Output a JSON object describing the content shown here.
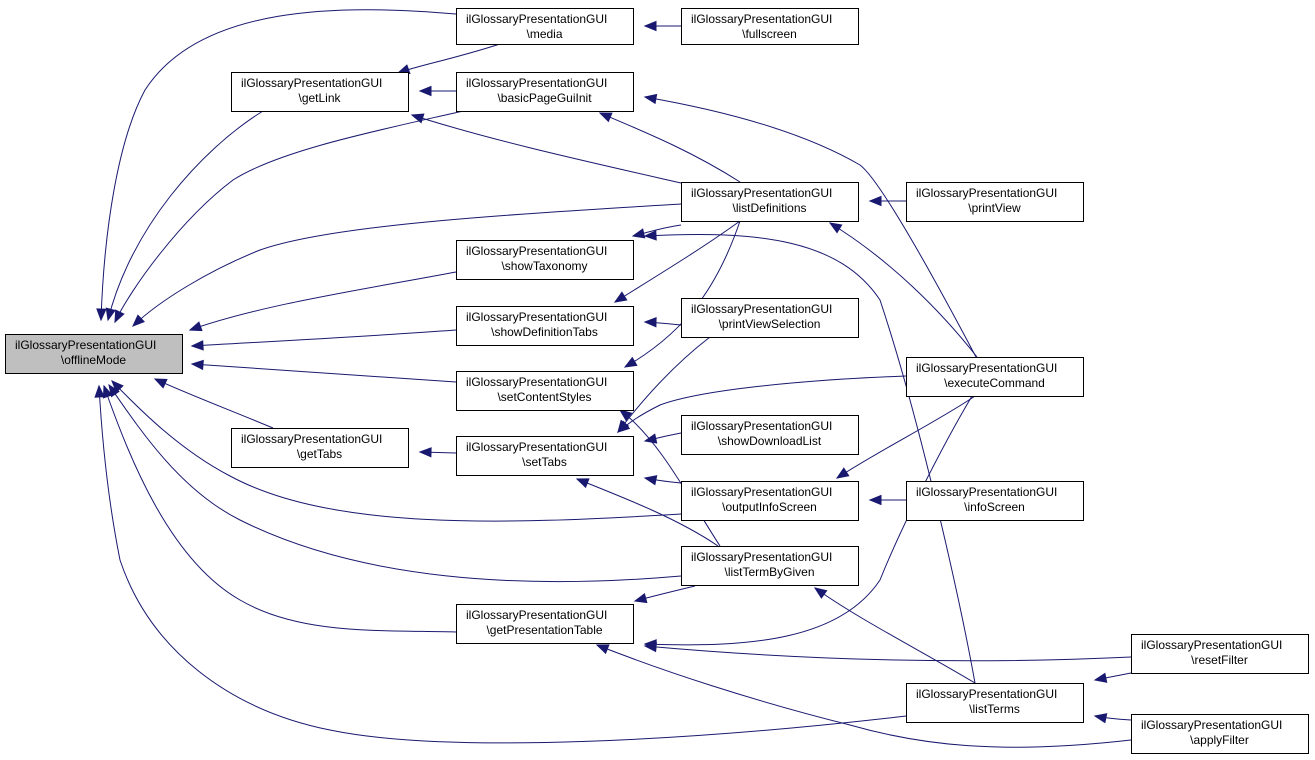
{
  "diagram": {
    "type": "call-graph",
    "colors": {
      "edge": "#191970",
      "root_fill": "#bfbfbf",
      "node_fill": "#ffffff",
      "node_border": "#000000"
    },
    "nodes": [
      {
        "id": "offlineMode",
        "line1": "ilGlossaryPresentationGUI",
        "line2": "\\offlineMode",
        "root": true
      },
      {
        "id": "media",
        "line1": "ilGlossaryPresentationGUI",
        "line2": "\\media"
      },
      {
        "id": "fullscreen",
        "line1": "ilGlossaryPresentationGUI",
        "line2": "\\fullscreen"
      },
      {
        "id": "getLink",
        "line1": "ilGlossaryPresentationGUI",
        "line2": "\\getLink"
      },
      {
        "id": "basicPageGuiInit",
        "line1": "ilGlossaryPresentationGUI",
        "line2": "\\basicPageGuiInit"
      },
      {
        "id": "listDefinitions",
        "line1": "ilGlossaryPresentationGUI",
        "line2": "\\listDefinitions"
      },
      {
        "id": "printView",
        "line1": "ilGlossaryPresentationGUI",
        "line2": "\\printView"
      },
      {
        "id": "showTaxonomy",
        "line1": "ilGlossaryPresentationGUI",
        "line2": "\\showTaxonomy"
      },
      {
        "id": "showDefinitionTabs",
        "line1": "ilGlossaryPresentationGUI",
        "line2": "\\showDefinitionTabs"
      },
      {
        "id": "printViewSelection",
        "line1": "ilGlossaryPresentationGUI",
        "line2": "\\printViewSelection"
      },
      {
        "id": "setContentStyles",
        "line1": "ilGlossaryPresentationGUI",
        "line2": "\\setContentStyles"
      },
      {
        "id": "executeCommand",
        "line1": "ilGlossaryPresentationGUI",
        "line2": "\\executeCommand"
      },
      {
        "id": "getTabs",
        "line1": "ilGlossaryPresentationGUI",
        "line2": "\\getTabs"
      },
      {
        "id": "setTabs",
        "line1": "ilGlossaryPresentationGUI",
        "line2": "\\setTabs"
      },
      {
        "id": "showDownloadList",
        "line1": "ilGlossaryPresentationGUI",
        "line2": "\\showDownloadList"
      },
      {
        "id": "outputInfoScreen",
        "line1": "ilGlossaryPresentationGUI",
        "line2": "\\outputInfoScreen"
      },
      {
        "id": "infoScreen",
        "line1": "ilGlossaryPresentationGUI",
        "line2": "\\infoScreen"
      },
      {
        "id": "listTermByGiven",
        "line1": "ilGlossaryPresentationGUI",
        "line2": "\\listTermByGiven"
      },
      {
        "id": "getPresentationTable",
        "line1": "ilGlossaryPresentationGUI",
        "line2": "\\getPresentationTable"
      },
      {
        "id": "resetFilter",
        "line1": "ilGlossaryPresentationGUI",
        "line2": "\\resetFilter"
      },
      {
        "id": "listTerms",
        "line1": "ilGlossaryPresentationGUI",
        "line2": "\\listTerms"
      },
      {
        "id": "applyFilter",
        "line1": "ilGlossaryPresentationGUI",
        "line2": "\\applyFilter"
      }
    ],
    "edges": [
      {
        "from": "media",
        "to": "offlineMode"
      },
      {
        "from": "getLink",
        "to": "offlineMode"
      },
      {
        "from": "basicPageGuiInit",
        "to": "offlineMode"
      },
      {
        "from": "listDefinitions",
        "to": "offlineMode"
      },
      {
        "from": "showTaxonomy",
        "to": "offlineMode"
      },
      {
        "from": "showDefinitionTabs",
        "to": "offlineMode"
      },
      {
        "from": "setContentStyles",
        "to": "offlineMode"
      },
      {
        "from": "getTabs",
        "to": "offlineMode"
      },
      {
        "from": "outputInfoScreen",
        "to": "offlineMode"
      },
      {
        "from": "listTermByGiven",
        "to": "offlineMode"
      },
      {
        "from": "getPresentationTable",
        "to": "offlineMode"
      },
      {
        "from": "listTerms",
        "to": "offlineMode"
      },
      {
        "from": "fullscreen",
        "to": "media"
      },
      {
        "from": "media",
        "to": "getLink"
      },
      {
        "from": "basicPageGuiInit",
        "to": "getLink"
      },
      {
        "from": "listDefinitions",
        "to": "getLink"
      },
      {
        "from": "listDefinitions",
        "to": "basicPageGuiInit"
      },
      {
        "from": "executeCommand",
        "to": "basicPageGuiInit"
      },
      {
        "from": "printView",
        "to": "listDefinitions"
      },
      {
        "from": "executeCommand",
        "to": "listDefinitions"
      },
      {
        "from": "listDefinitions",
        "to": "showTaxonomy"
      },
      {
        "from": "listTerms",
        "to": "showTaxonomy"
      },
      {
        "from": "listDefinitions",
        "to": "showDefinitionTabs"
      },
      {
        "from": "printViewSelection",
        "to": "showDefinitionTabs"
      },
      {
        "from": "listDefinitions",
        "to": "setContentStyles"
      },
      {
        "from": "listTermByGiven",
        "to": "setContentStyles"
      },
      {
        "from": "setTabs",
        "to": "getTabs"
      },
      {
        "from": "printViewSelection",
        "to": "setTabs"
      },
      {
        "from": "executeCommand",
        "to": "setTabs"
      },
      {
        "from": "showDownloadList",
        "to": "setTabs"
      },
      {
        "from": "outputInfoScreen",
        "to": "setTabs"
      },
      {
        "from": "listTermByGiven",
        "to": "setTabs"
      },
      {
        "from": "executeCommand",
        "to": "outputInfoScreen"
      },
      {
        "from": "infoScreen",
        "to": "outputInfoScreen"
      },
      {
        "from": "listTerms",
        "to": "listTermByGiven"
      },
      {
        "from": "listTermByGiven",
        "to": "getPresentationTable"
      },
      {
        "from": "executeCommand",
        "to": "getPresentationTable"
      },
      {
        "from": "resetFilter",
        "to": "getPresentationTable"
      },
      {
        "from": "applyFilter",
        "to": "getPresentationTable"
      },
      {
        "from": "resetFilter",
        "to": "listTerms"
      },
      {
        "from": "applyFilter",
        "to": "listTerms"
      }
    ]
  }
}
